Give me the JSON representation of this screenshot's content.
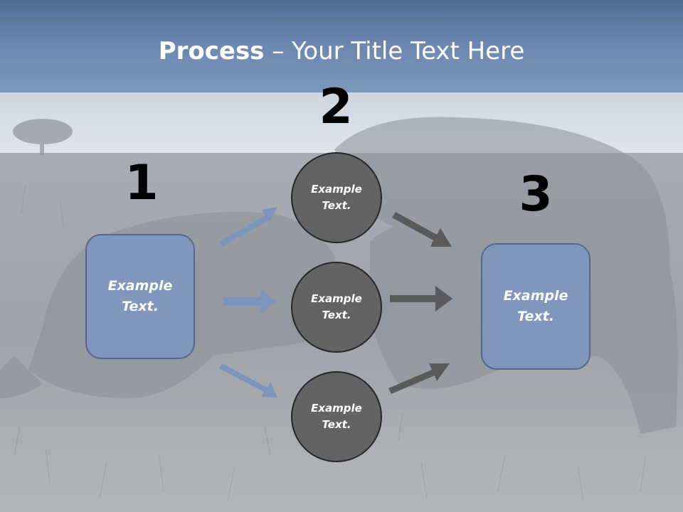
{
  "slide": {
    "title_bold": "Process",
    "title_rest": " – Your Title Text Here",
    "step_numbers": [
      "1",
      "2",
      "3"
    ],
    "left_box_text": "Example\nText.",
    "right_box_text": "Example\nText.",
    "circles": [
      "Example\nText.",
      "Example\nText.",
      "Example\nText."
    ]
  },
  "colors": {
    "box_fill": "#7f97bd",
    "box_border": "#56688a",
    "circle_fill": "#636363",
    "circle_border": "#262626",
    "blue_arrow": "#7b94bb",
    "gray_arrow": "#5a5a5a",
    "sky_top": "#526d94",
    "background_photo": "rhino-herd-savanna"
  }
}
